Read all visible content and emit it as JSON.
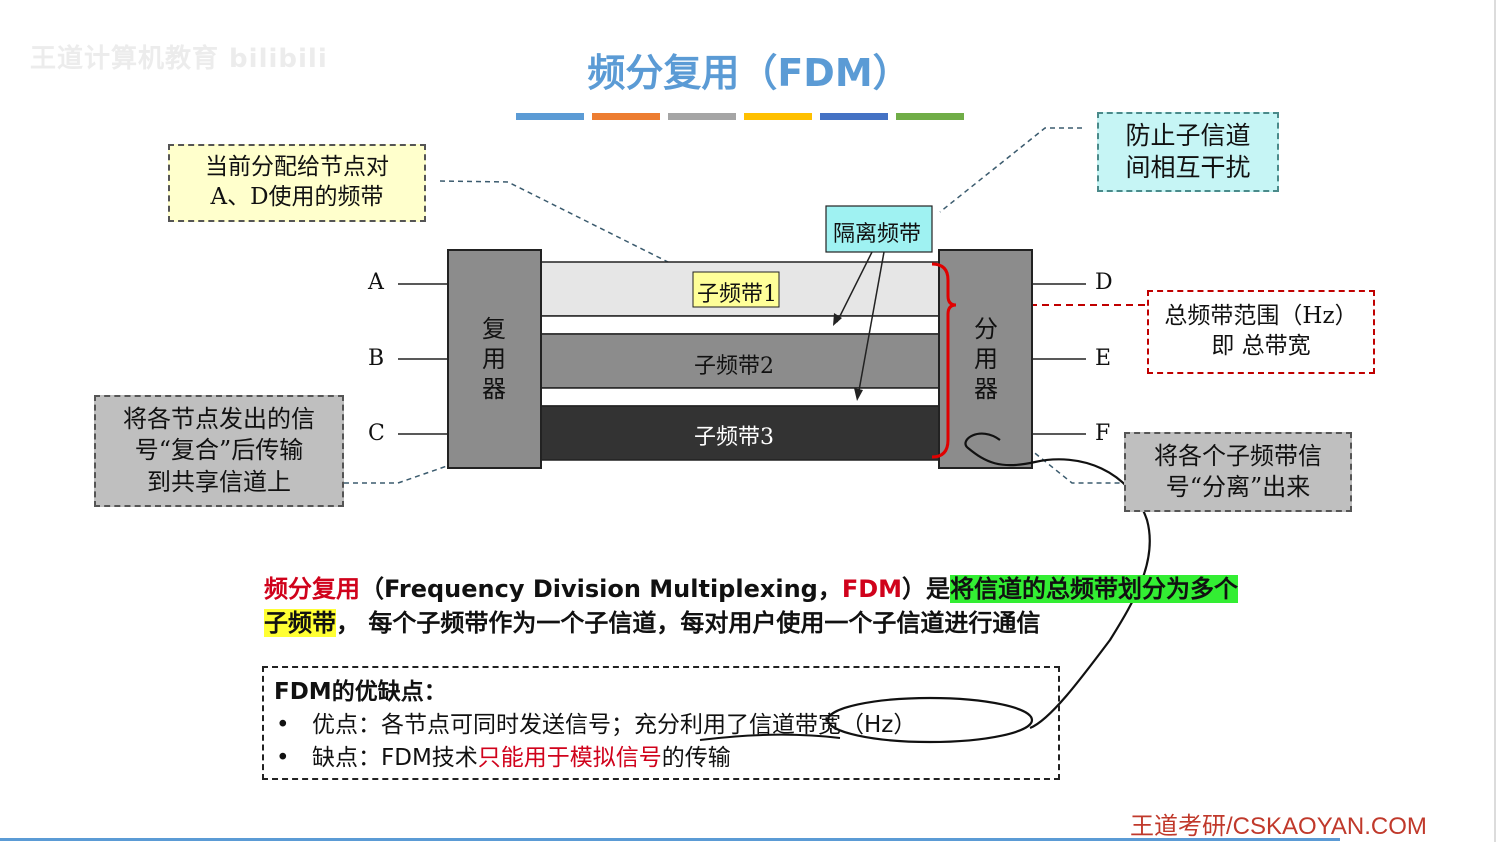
{
  "watermark": "王道计算机教育 bilibili",
  "title": "频分复用（FDM）",
  "color_bars": [
    "#5b9bd5",
    "#ed7d31",
    "#a5a5a5",
    "#ffc000",
    "#4472c4",
    "#70ad47"
  ],
  "callouts": {
    "ad_band_line1": "当前分配给节点对",
    "ad_band_line2": "A、D使用的频带",
    "prevent_line1": "防止子信道",
    "prevent_line2": "间相互干扰",
    "range_line1": "总频带范围（Hz）",
    "range_line2": "即 总带宽",
    "combine_line1": "将各节点发出的信",
    "combine_line2": "号“复合”后传输",
    "combine_line3": "到共享信道上",
    "split_line1": "将各个子频带信",
    "split_line2": "号“分离”出来"
  },
  "diagram": {
    "inputs": [
      "A",
      "B",
      "C"
    ],
    "outputs": [
      "D",
      "E",
      "F"
    ],
    "mux": [
      "复",
      "用",
      "器"
    ],
    "demux": [
      "分",
      "用",
      "器"
    ],
    "guard_band": "隔离频带",
    "bands": [
      "子频带1",
      "子频带2",
      "子频带3"
    ],
    "colors": {
      "device": "#8c8c8c",
      "band1": "#e6e6e6",
      "band2": "#8c8c8c",
      "band3": "#333333",
      "guard_label_bg": "#9ff2f2",
      "band1_label_bg": "#ffff99"
    }
  },
  "definition": {
    "term": "频分复用",
    "paren_open": "（",
    "english": "Frequency Division Multiplexing，",
    "abbr": "FDM",
    "paren_close": "）是",
    "highlight_green": "将信道的总频带划分为多个",
    "highlight_yellow": "子频带",
    "rest": "， 每个子频带作为一个子信道，每对用户使用一个子信道进行通信"
  },
  "pros_cons": {
    "heading": "FDM的优缺点：",
    "bullet": "•",
    "pro_label": "优点：",
    "pro_text": "各节点可同时发送信号；充分利用了信道带宽（Hz）",
    "con_label": "缺点：",
    "con_text_normal": "FDM技术",
    "con_text_red": "只能用于模拟信号",
    "con_text_end": "的传输"
  },
  "footer": "王道考研/CSKAOYAN.COM"
}
